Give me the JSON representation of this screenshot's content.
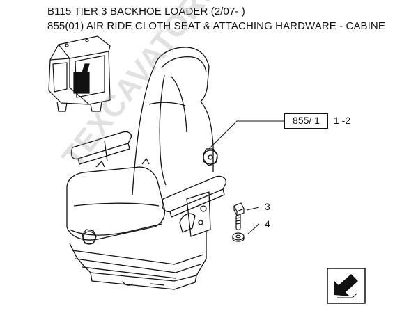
{
  "header": {
    "line1": "B115 TIER 3 BACKHOE LOADER (2/07- )",
    "line2": "855(01) AIR RIDE CLOTH SEAT & ATTACHING HARDWARE - CABINE"
  },
  "callouts": {
    "ref_box": "855/ 1",
    "ref_range": "1 -2",
    "item3": "3",
    "item4": "4"
  },
  "watermark": "TEXCAVATOR.RU",
  "icons": {
    "cab": "cab-thumbnail-icon",
    "nav": "next-page-arrow-icon"
  }
}
